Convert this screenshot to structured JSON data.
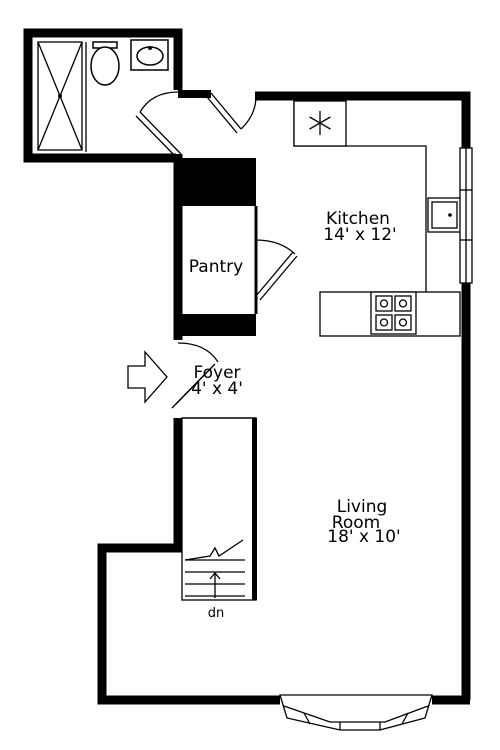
{
  "rooms": {
    "kitchen": {
      "name": "Kitchen",
      "size": "14' x 12'"
    },
    "pantry": {
      "name": "Pantry"
    },
    "foyer": {
      "name": "Foyer",
      "size": "4' x 4'"
    },
    "living": {
      "name_line1": "Living",
      "name_line2": "Room",
      "size": "18' x 10'"
    }
  },
  "stairs": {
    "label": "dn"
  },
  "colors": {
    "wall": "#000000",
    "fixture": "#ffffff",
    "background": "#ffffff"
  }
}
